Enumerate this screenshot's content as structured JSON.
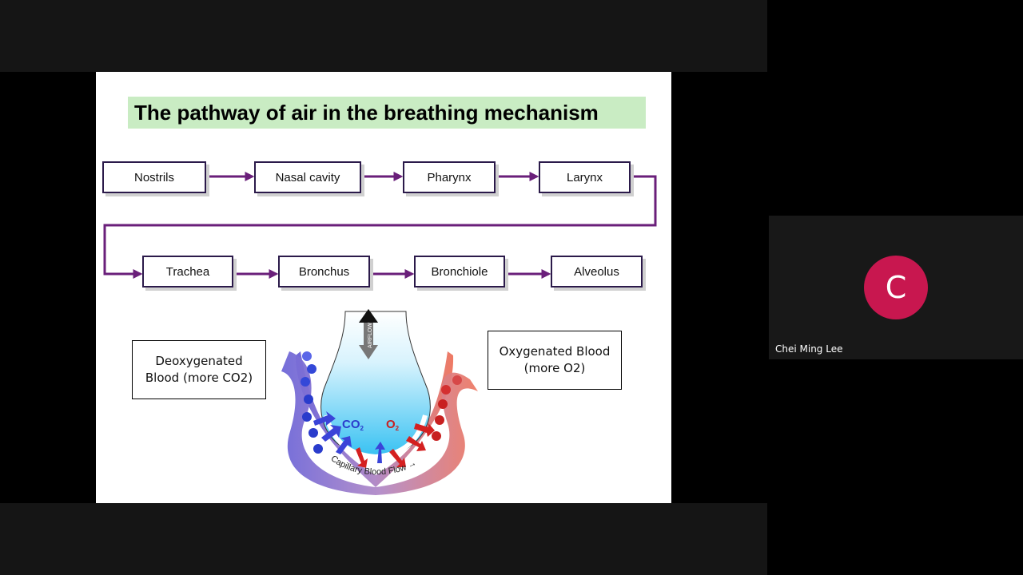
{
  "slide": {
    "title": "The pathway of air in the breathing mechanism",
    "pathway_row1": [
      "Nostrils",
      "Nasal cavity",
      "Pharynx",
      "Larynx"
    ],
    "pathway_row2": [
      "Trachea",
      "Bronchus",
      "Bronchiole",
      "Alveolus"
    ],
    "deoxygenated": [
      "Deoxygenated",
      "Blood (more CO2)"
    ],
    "oxygenated": [
      "Oxygenated Blood",
      "(more O2)"
    ],
    "diagram": {
      "airflow_label": "AIRFLOW",
      "co2_label": "CO",
      "co2_sub": "2",
      "o2_label": "O",
      "o2_sub": "2",
      "capillary_label": "Capillary Blood Flow →"
    }
  },
  "participant": {
    "initial": "C",
    "name": "Chei Ming Lee",
    "avatar_color": "#c8174f"
  }
}
